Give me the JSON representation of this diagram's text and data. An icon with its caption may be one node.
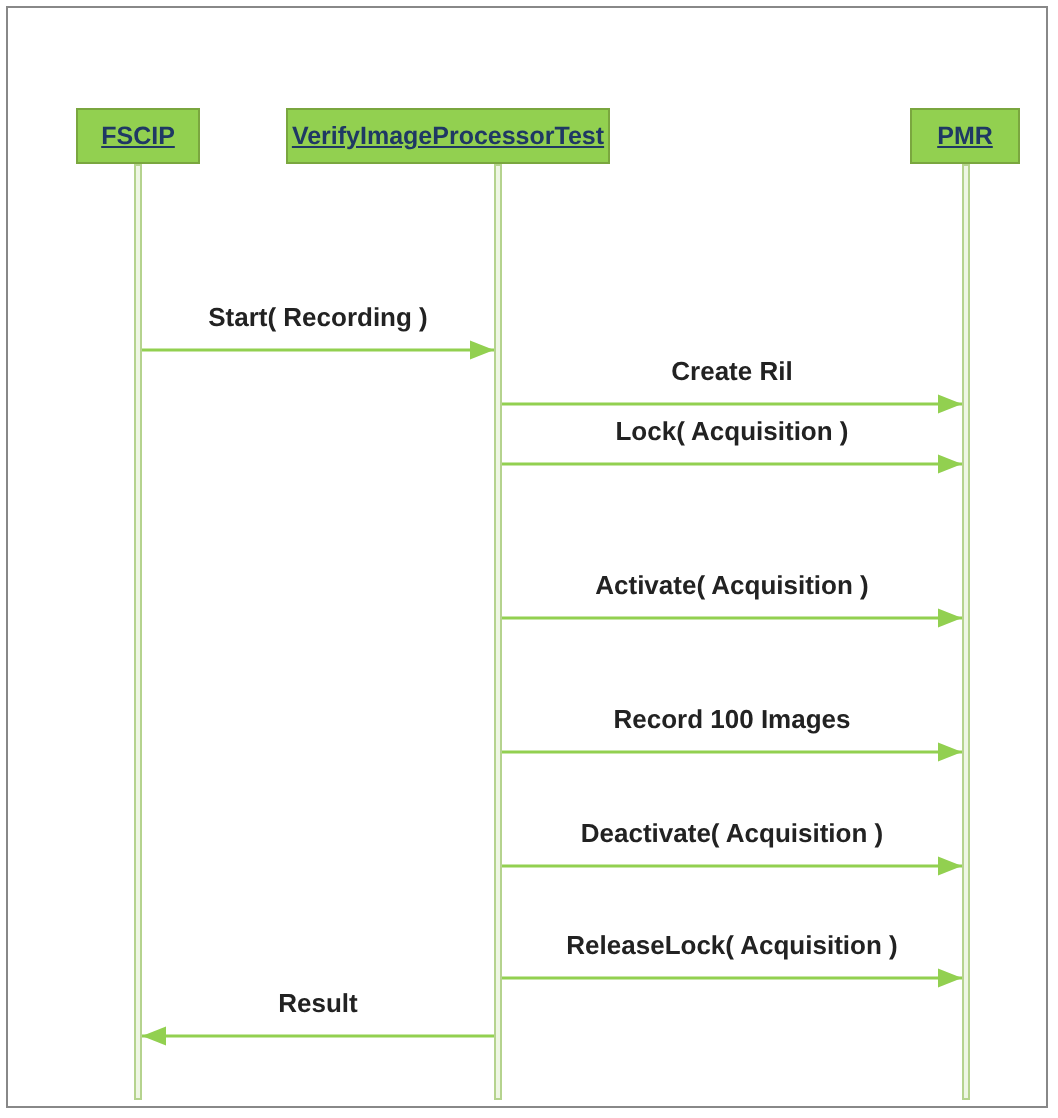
{
  "diagram": {
    "nodes": [
      {
        "text": [
          "FSCIP"
        ]
      },
      {
        "text": [
          "VerifyImageProcessorTest"
        ]
      },
      {
        "text": [
          "PMR"
        ]
      }
    ],
    "edges": [
      {
        "from": 0,
        "to": 1,
        "arrow": "to",
        "label": "Start( Recording )"
      },
      {
        "from": 1,
        "to": 2,
        "arrow": "to",
        "label": "Create Ril"
      },
      {
        "from": 1,
        "to": 2,
        "arrow": "to",
        "label": "Lock( Acquisition )"
      },
      {
        "from": 1,
        "to": 2,
        "arrow": "to",
        "label": "Activate( Acquisition )"
      },
      {
        "from": 1,
        "to": 2,
        "arrow": "to",
        "label": "Record 100 Images"
      },
      {
        "from": 1,
        "to": 2,
        "arrow": "to",
        "label": "Deactivate( Acquisition )"
      },
      {
        "from": 1,
        "to": 2,
        "arrow": "to",
        "label": "ReleaseLock( Acquisition )"
      },
      {
        "from": 1,
        "to": 0,
        "arrow": "to",
        "label": "Result"
      }
    ]
  }
}
